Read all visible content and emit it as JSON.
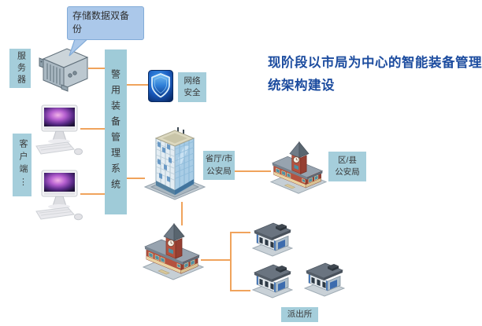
{
  "diagram": {
    "title": {
      "text": "现阶段以市局为中心的智能装备管理系\n统架构建设",
      "color": "#1c4c9f"
    },
    "callout": {
      "text": "存储数据双备\n份"
    },
    "labels": {
      "server": "服务器",
      "client": "客户端⋮",
      "system_bar": "警用装备管理系统",
      "network_security": "网络\n安全",
      "provincial_city": "省厅/市\n公安局",
      "district_county": "区/县\n公安局",
      "police_station": "派出所"
    },
    "icons": [
      "server-icon",
      "client-computer-icon",
      "client-computer-icon-2",
      "network-security-shield-icon",
      "city-bureau-tower-icon",
      "district-bureau-building-icon",
      "county-bureau-building-icon",
      "police-station-building-icon-1",
      "police-station-building-icon-2",
      "police-station-building-icon-3"
    ],
    "edges": [
      {
        "from": "server",
        "to": "system-bar"
      },
      {
        "from": "client-computer-1",
        "to": "system-bar"
      },
      {
        "from": "client-computer-2",
        "to": "system-bar"
      },
      {
        "from": "system-bar",
        "to": "network-security"
      },
      {
        "from": "system-bar",
        "to": "city-bureau-tower"
      },
      {
        "from": "provincial-city-bureau",
        "to": "district-county-bureau"
      },
      {
        "from": "city-bureau-tower",
        "to": "county-bureau-building"
      },
      {
        "from": "county-bureau-building",
        "to": "police-stations"
      }
    ],
    "colors": {
      "connector": "#f0a35c",
      "label_bg": "#a5cedb",
      "callout_bg": "#abc8ea",
      "callout_border": "#82abd8",
      "title_text": "#1c4c9f",
      "shield_blue": "#1a5cc0"
    }
  }
}
